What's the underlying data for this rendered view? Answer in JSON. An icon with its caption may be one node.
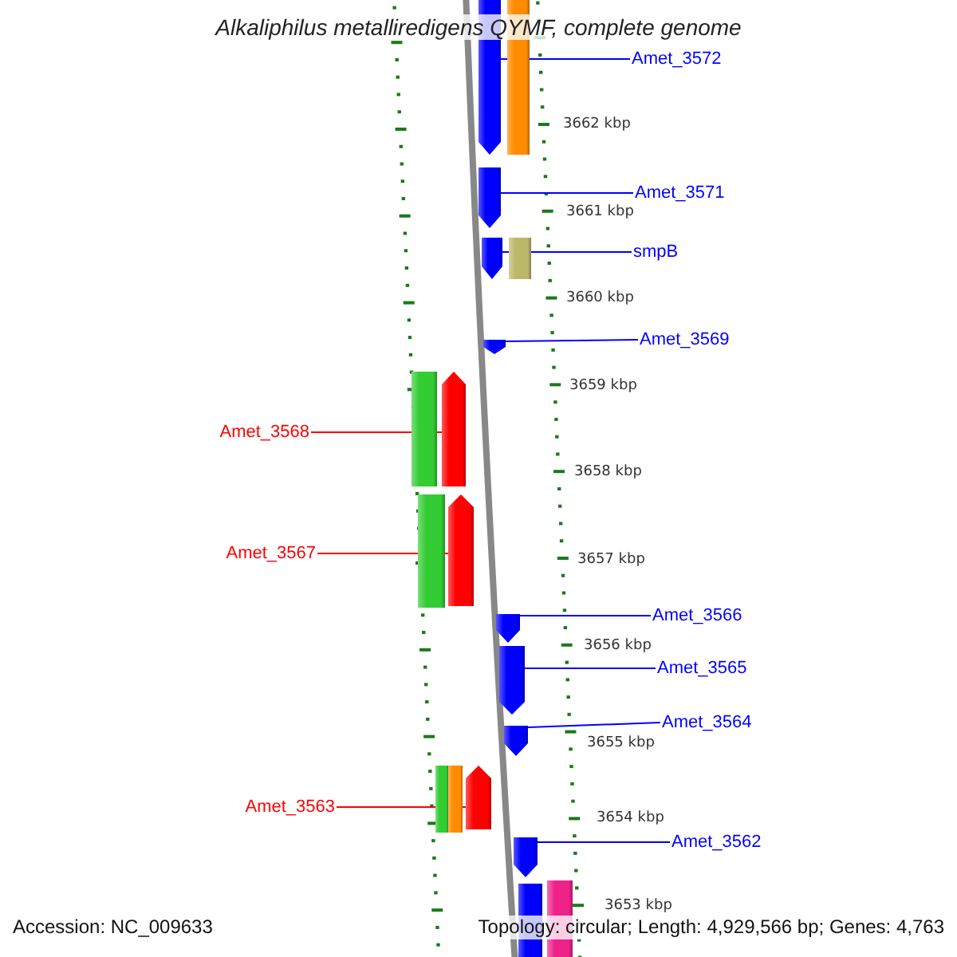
{
  "diagram": {
    "title": "Alkaliphilus metalliredigens QYMF, complete genome",
    "nodes": [
      {
        "text": [
          "Amet_3572"
        ]
      },
      {
        "text": [],
        "shape": "arrow"
      },
      {
        "text": [],
        "shape": "box"
      },
      {
        "text": [
          "Amet_3571"
        ]
      },
      {
        "text": [],
        "shape": "arrow"
      },
      {
        "text": [
          "smpB"
        ]
      },
      {
        "text": [],
        "shape": "arrow"
      },
      {
        "text": [],
        "shape": "box"
      },
      {
        "text": [
          "Amet_3569"
        ]
      },
      {
        "text": [],
        "shape": "arrow"
      },
      {
        "text": [
          "Amet_3568"
        ]
      },
      {
        "text": [],
        "shape": "box"
      },
      {
        "text": [],
        "shape": "arrow"
      },
      {
        "text": [
          "Amet_3567"
        ]
      },
      {
        "text": [],
        "shape": "box"
      },
      {
        "text": [],
        "shape": "arrow"
      },
      {
        "text": [
          "Amet_3566"
        ]
      },
      {
        "text": [],
        "shape": "arrow"
      },
      {
        "text": [
          "Amet_3565"
        ]
      },
      {
        "text": [],
        "shape": "arrow"
      },
      {
        "text": [
          "Amet_3564"
        ]
      },
      {
        "text": [],
        "shape": "arrow"
      },
      {
        "text": [
          "Amet_3563"
        ]
      },
      {
        "text": [],
        "shape": "box"
      },
      {
        "text": [],
        "shape": "box"
      },
      {
        "text": [],
        "shape": "arrow"
      },
      {
        "text": [
          "Amet_3562"
        ]
      },
      {
        "text": [],
        "shape": "arrow"
      },
      {
        "text": [],
        "shape": "box"
      },
      {
        "text": [],
        "shape": "box"
      }
    ],
    "edges": [
      {
        "from": 0,
        "to": 1,
        "arrow": "none"
      },
      {
        "from": 3,
        "to": 4,
        "arrow": "none"
      },
      {
        "from": 5,
        "to": 6,
        "arrow": "none"
      },
      {
        "from": 8,
        "to": 9,
        "arrow": "none"
      },
      {
        "from": 10,
        "to": 12,
        "arrow": "none",
        "color": "#ff0000"
      },
      {
        "from": 13,
        "to": 15,
        "arrow": "none",
        "color": "#ff0000"
      },
      {
        "from": 16,
        "to": 17,
        "arrow": "none"
      },
      {
        "from": 18,
        "to": 19,
        "arrow": "none"
      },
      {
        "from": 20,
        "to": 21,
        "arrow": "none"
      },
      {
        "from": 22,
        "to": 25,
        "arrow": "none",
        "color": "#ff0000"
      },
      {
        "from": 26,
        "to": 27,
        "arrow": "none"
      }
    ],
    "labels": [
      "3662 kbp",
      "3661 kbp",
      "3660 kbp",
      "3659 kbp",
      "3658 kbp",
      "3657 kbp",
      "3656 kbp",
      "3655 kbp",
      "3654 kbp",
      "3653 kbp",
      "Accession: NC_009633",
      "Topology: circular; Length: 4,929,566 bp; Genes: 4,763"
    ]
  }
}
